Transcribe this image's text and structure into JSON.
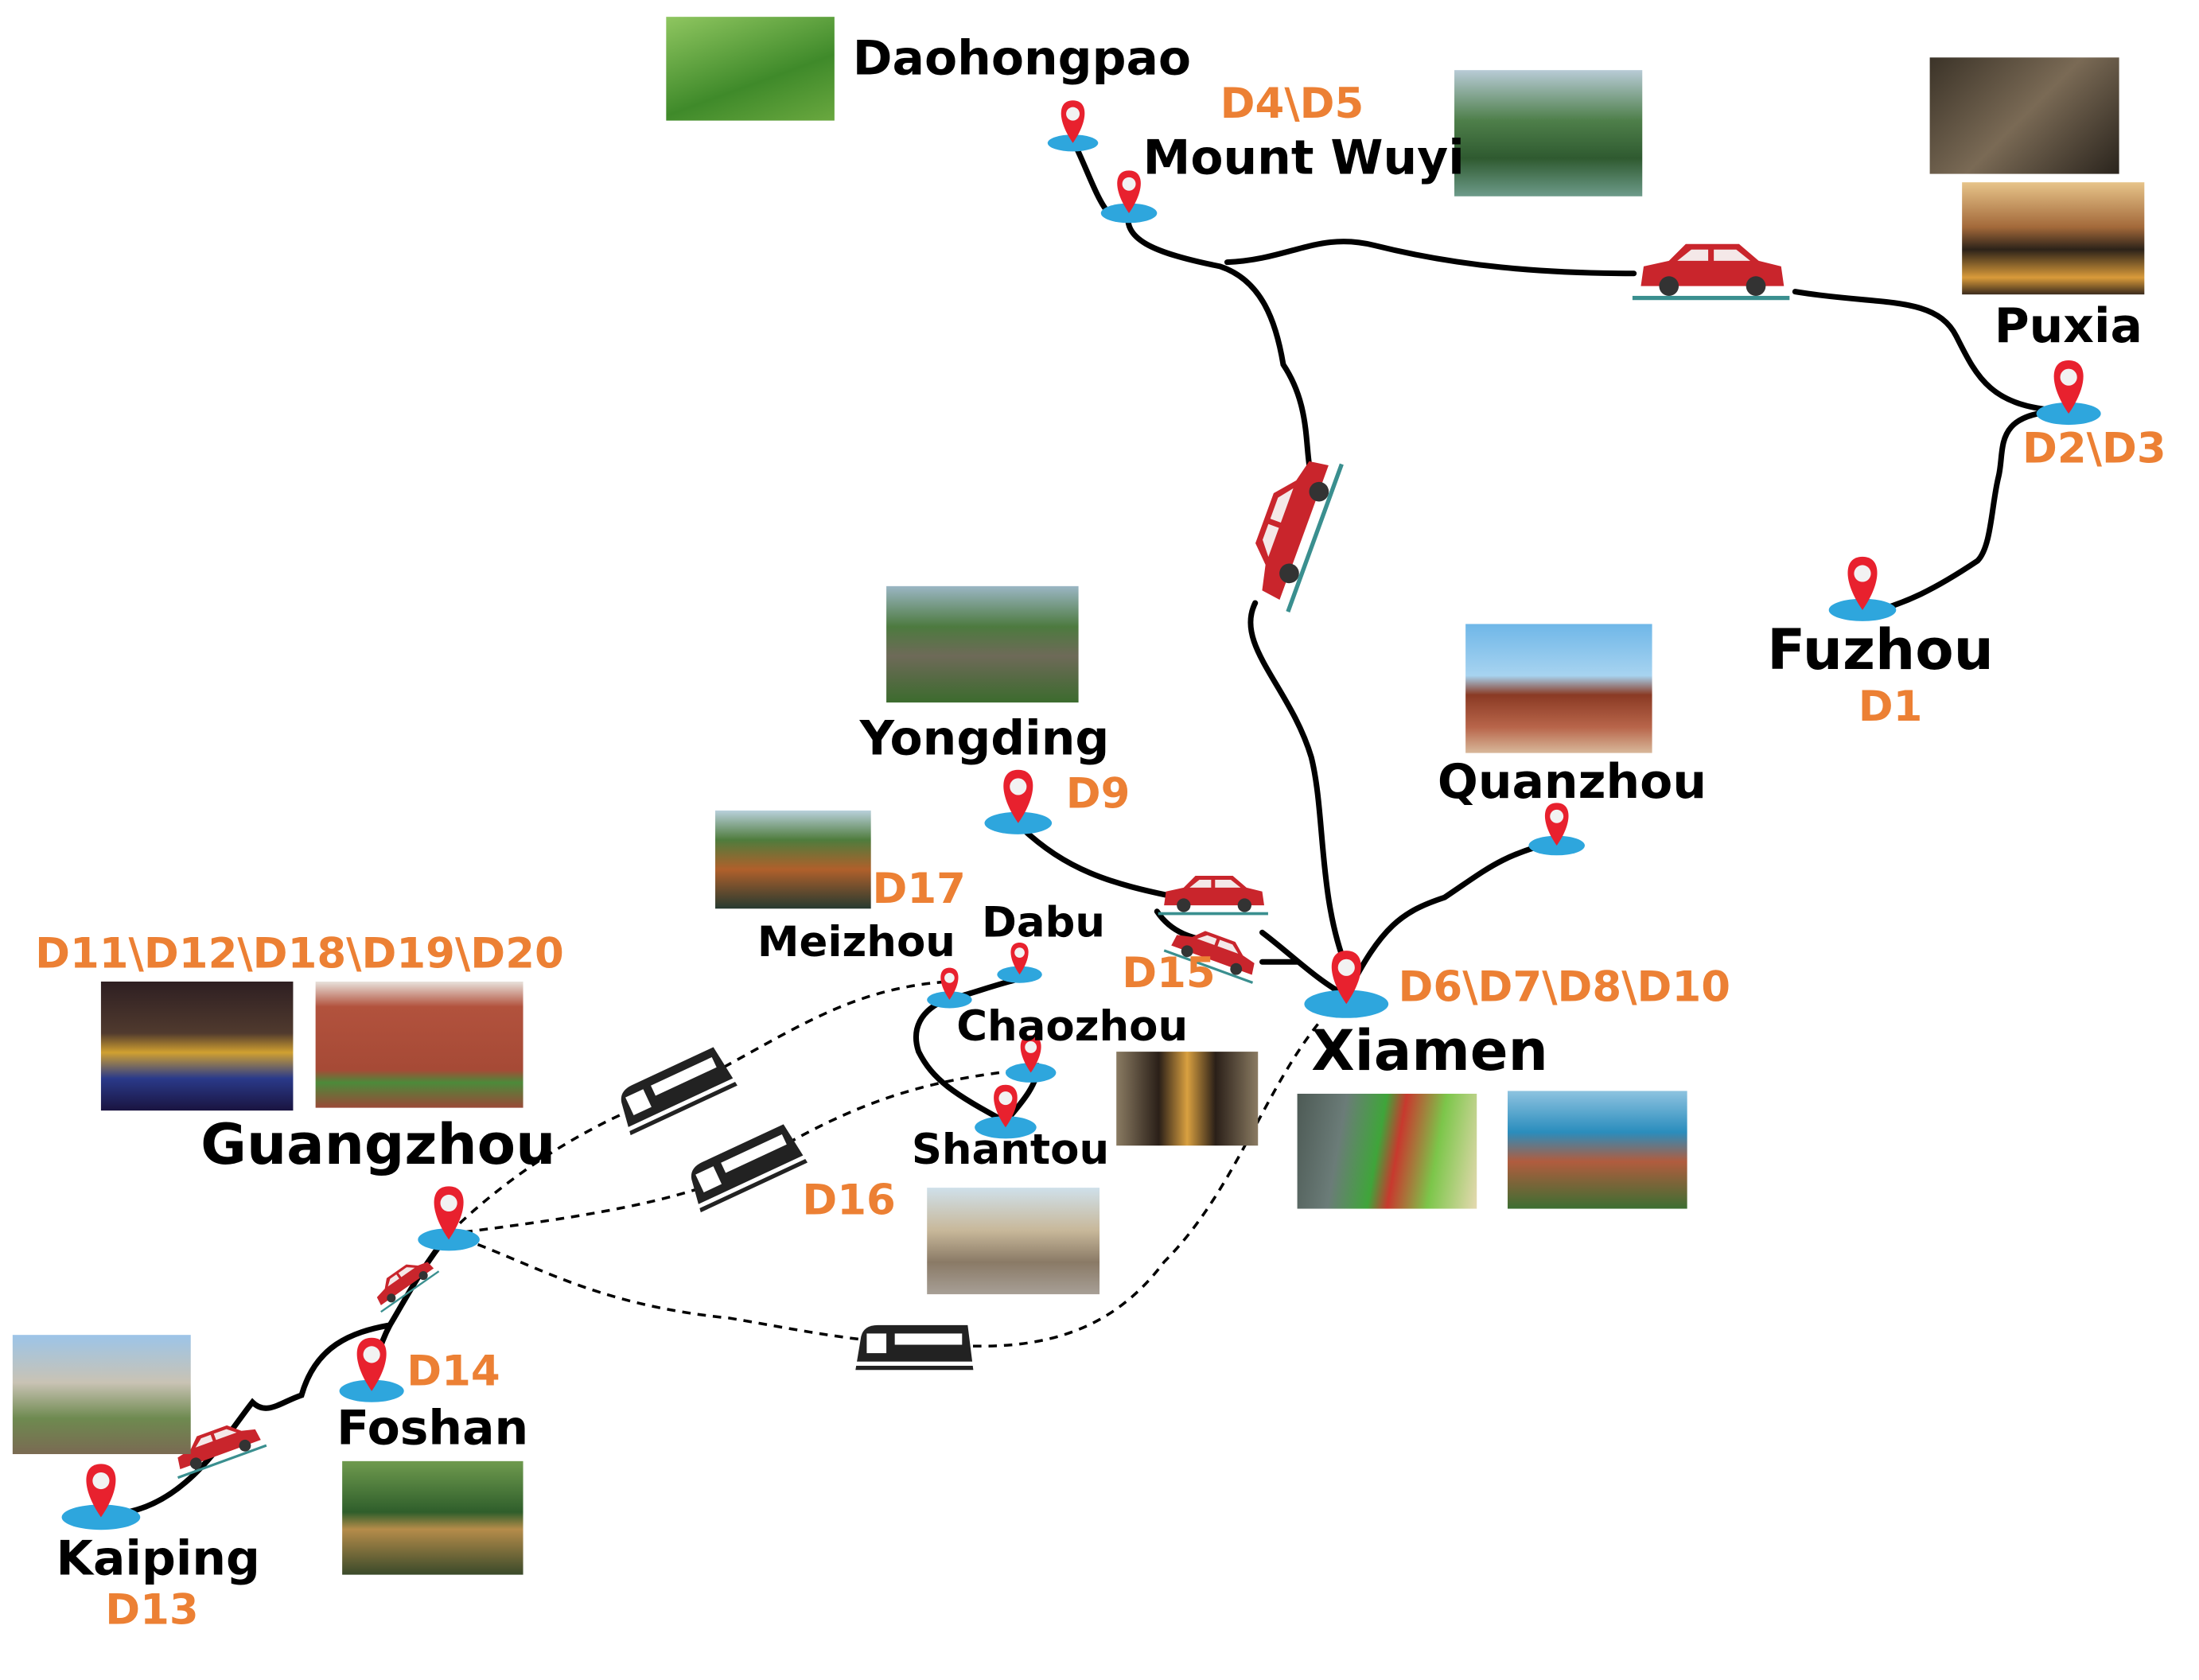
{
  "colors": {
    "route": "#000000",
    "day_label": "#ec8034",
    "pin": "#e8212e",
    "pin_base": "#2ea6dd",
    "car": "#c9252c"
  },
  "places": {
    "daohongpao": {
      "name": "Daohongpao"
    },
    "wuyi": {
      "name": "Mount Wuyi",
      "days": "D4\\D5"
    },
    "puxia": {
      "name": "Puxia",
      "days": "D2\\D3"
    },
    "fuzhou": {
      "name": "Fuzhou",
      "days": "D1"
    },
    "quanzhou": {
      "name": "Quanzhou"
    },
    "yongding": {
      "name": "Yongding",
      "days": "D9"
    },
    "meizhou": {
      "name": "Meizhou",
      "days": "D17"
    },
    "dabu": {
      "name": "Dabu"
    },
    "chaozhou": {
      "name": "Chaozhou",
      "days": "D15"
    },
    "shantou": {
      "name": "Shantou",
      "days": "D16"
    },
    "xiamen": {
      "name": "Xiamen",
      "days": "D6\\D7\\D8\\D10"
    },
    "guangzhou": {
      "name": "Guangzhou",
      "days": "D11\\D12\\D18\\D19\\D20"
    },
    "foshan": {
      "name": "Foshan",
      "days": "D14"
    },
    "kaiping": {
      "name": "Kaiping",
      "days": "D13"
    }
  },
  "icons": {
    "car": "car-icon",
    "train": "train-icon",
    "pin": "map-pin-icon"
  }
}
